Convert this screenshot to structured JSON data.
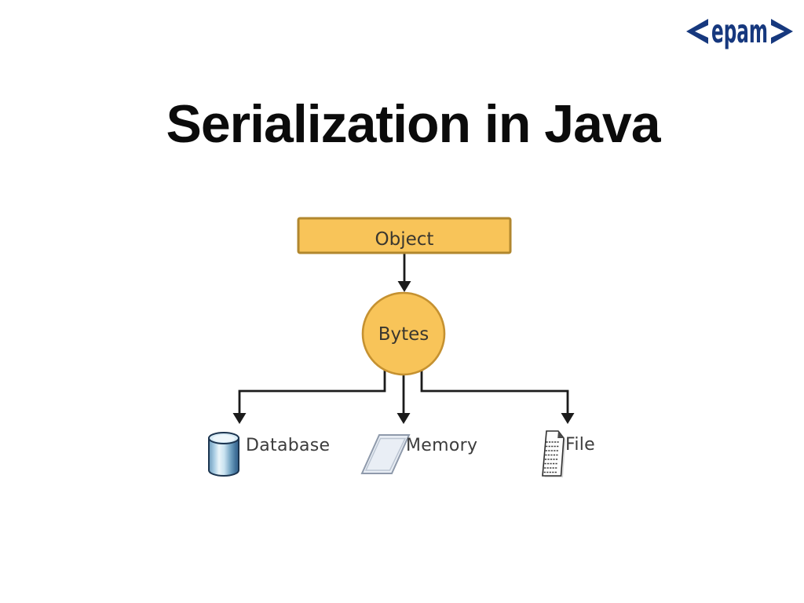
{
  "slide": {
    "title": "Serialization in Java",
    "background_color": "#ffffff"
  },
  "logo": {
    "text": "<epam>",
    "wordmark": "epam",
    "color": "#16387e"
  },
  "diagram": {
    "nodes": {
      "object_label": "Object",
      "bytes_label": "Bytes"
    },
    "flow": "Object -> Bytes -> (Database | Memory | File)",
    "targets": [
      {
        "label": "Database",
        "icon": "database-cylinder-icon"
      },
      {
        "label": "Memory",
        "icon": "memory-sheet-icon"
      },
      {
        "label": "File",
        "icon": "file-document-icon"
      }
    ],
    "colors": {
      "node_fill": "#f8c459",
      "node_border": "#b1872e",
      "connector": "#1b1b1b",
      "label_text": "#3c3c3c",
      "database_blue": "#5e9bc0",
      "memory_gray": "#e9eef5"
    }
  }
}
